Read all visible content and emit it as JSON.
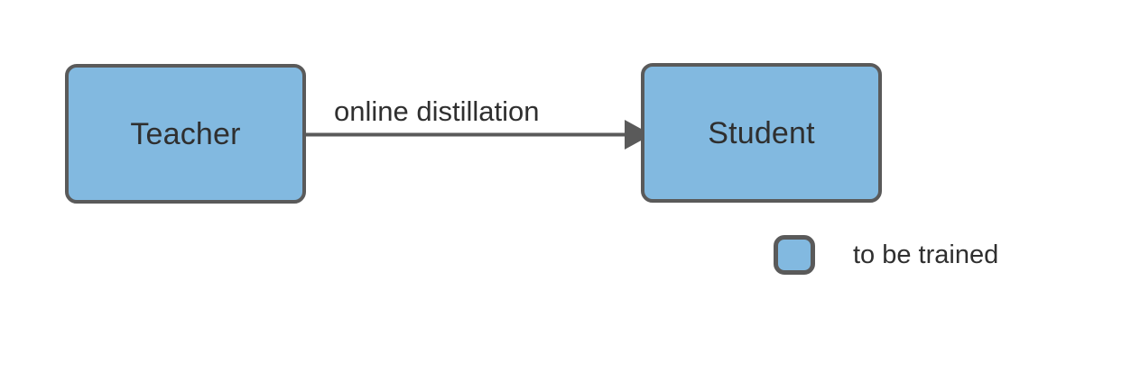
{
  "diagram": {
    "title": "online distillation teacher-student diagram",
    "background_color": "#ffffff",
    "node_fill_color": "#82b9e0",
    "node_border_color": "#5a5a5a",
    "text_color": "#2f2f2f",
    "edge_color": "#5a5a5a",
    "nodes": [
      {
        "id": "teacher",
        "label": "Teacher"
      },
      {
        "id": "student",
        "label": "Student"
      }
    ],
    "edges": [
      {
        "id": "teacher-to-student",
        "label": "online distillation",
        "from": "teacher",
        "to": "student",
        "arrowhead": "filled-triangle",
        "direction": "right"
      }
    ],
    "legend": {
      "items": [
        {
          "swatch_color": "#82b9e0",
          "label": "to be trained"
        }
      ]
    }
  }
}
